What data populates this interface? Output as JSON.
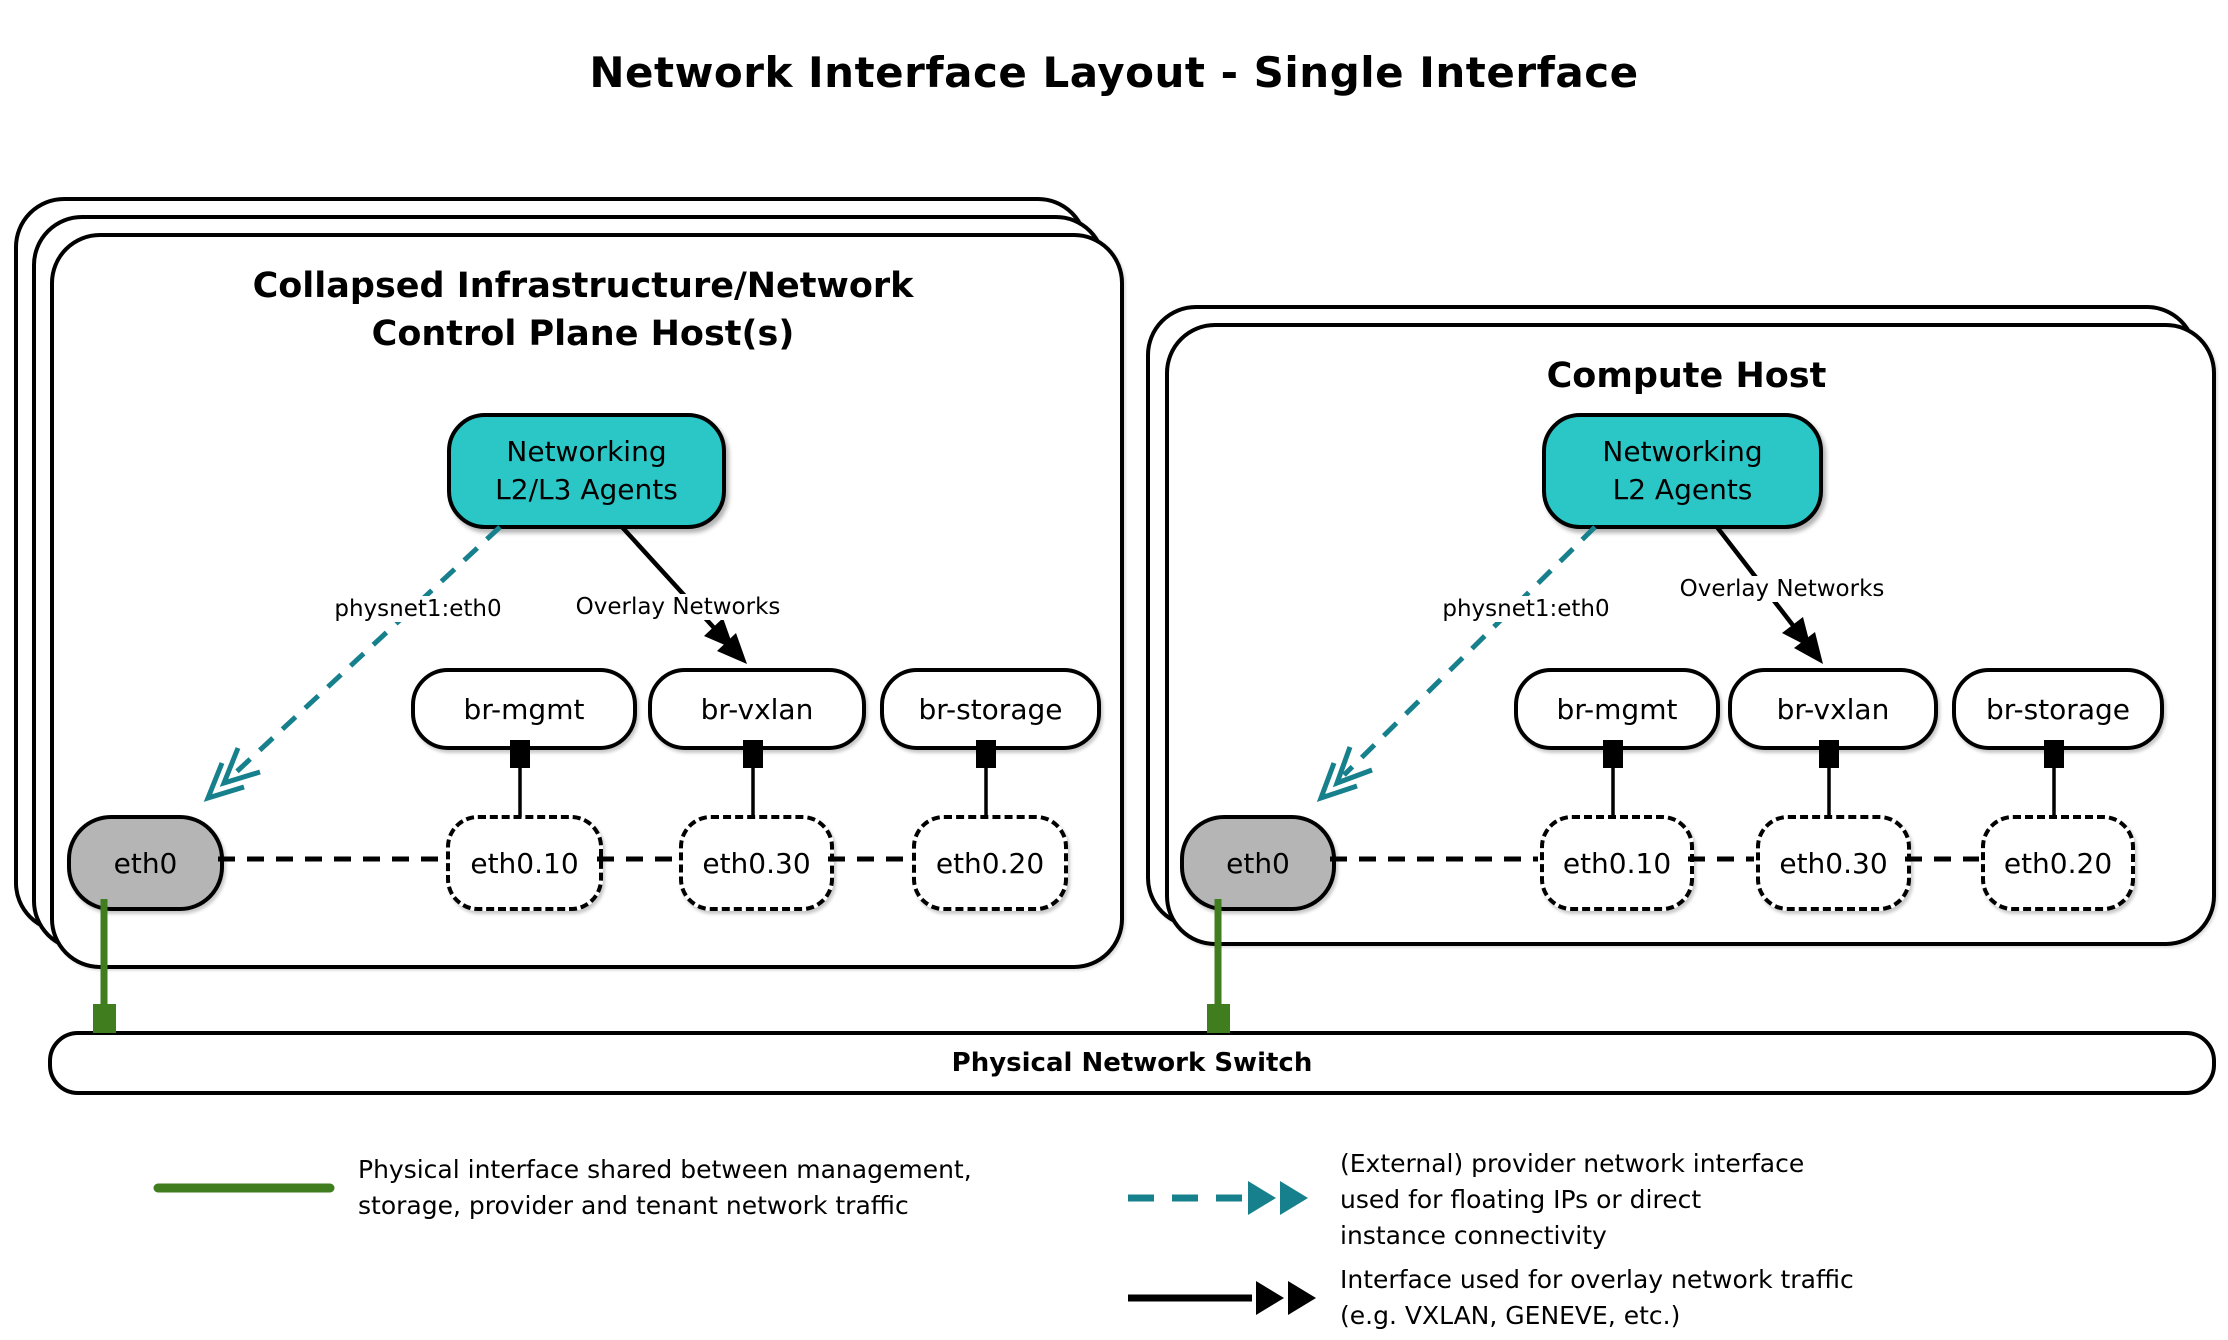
{
  "title": "Network Interface Layout - Single Interface",
  "colors": {
    "teal_fill": "#2bc7c7",
    "teal_line": "#17808d",
    "green_line": "#3f7d1f",
    "gray_fill": "#b5b5b5",
    "stroke": "#000000"
  },
  "hosts": [
    {
      "title_lines": [
        "Collapsed Infrastructure/Network",
        "Control Plane Host(s)"
      ],
      "agent": {
        "lines": [
          "Networking",
          "L2/L3 Agents"
        ]
      },
      "provider_arrow_label": "physnet1:eth0",
      "overlay_arrow_label": "Overlay Networks",
      "bridges": [
        "br-mgmt",
        "br-vxlan",
        "br-storage"
      ],
      "physical_interface": "eth0",
      "vlan_interfaces": [
        "eth0.10",
        "eth0.30",
        "eth0.20"
      ]
    },
    {
      "title_lines": [
        "Compute Host"
      ],
      "agent": {
        "lines": [
          "Networking",
          "L2 Agents"
        ]
      },
      "provider_arrow_label": "physnet1:eth0",
      "overlay_arrow_label": "Overlay Networks",
      "bridges": [
        "br-mgmt",
        "br-vxlan",
        "br-storage"
      ],
      "physical_interface": "eth0",
      "vlan_interfaces": [
        "eth0.10",
        "eth0.30",
        "eth0.20"
      ]
    }
  ],
  "switch_label": "Physical Network Switch",
  "legend": [
    {
      "key": "physical-interface",
      "lines": [
        "Physical interface shared between management,",
        "storage, provider and tenant network traffic"
      ]
    },
    {
      "key": "provider-interface",
      "lines": [
        "(External) provider network interface",
        "used for floating IPs or direct",
        "instance connectivity"
      ]
    },
    {
      "key": "overlay-interface",
      "lines": [
        "Interface used for overlay network traffic",
        "(e.g. VXLAN, GENEVE, etc.)"
      ]
    }
  ]
}
